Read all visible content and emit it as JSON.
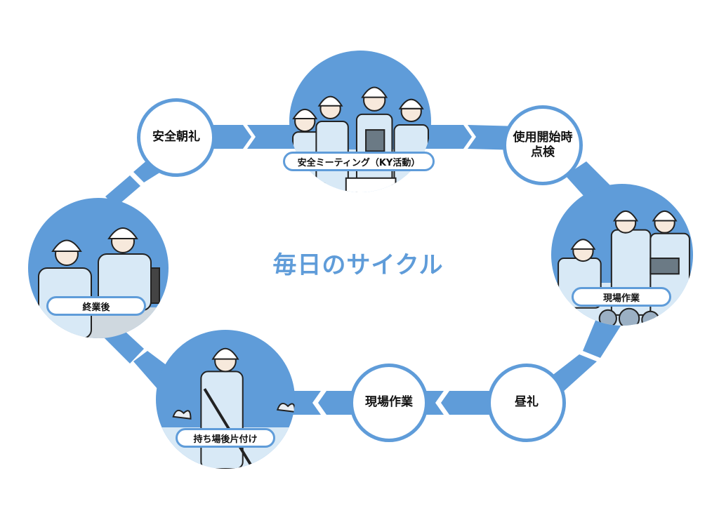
{
  "title": "毎日のサイクル",
  "colors": {
    "accent": "#5f9cd9",
    "light": "#d8e9f6",
    "text": "#111111",
    "background": "#ffffff"
  },
  "steps": [
    {
      "label": "安全朝礼",
      "type": "circle"
    },
    {
      "label": "安全ミーティング（KY活動）",
      "type": "illustration"
    },
    {
      "label": "使用開始時\n点検",
      "type": "circle"
    },
    {
      "label": "現場作業",
      "type": "illustration"
    },
    {
      "label": "昼礼",
      "type": "circle"
    },
    {
      "label": "現場作業",
      "type": "circle"
    },
    {
      "label": "持ち場後片付け",
      "type": "illustration"
    },
    {
      "label": "終業後",
      "type": "illustration"
    }
  ],
  "icons": {
    "arrow": "chevron-arrow-icon",
    "worker": "helmet-worker-icon"
  }
}
